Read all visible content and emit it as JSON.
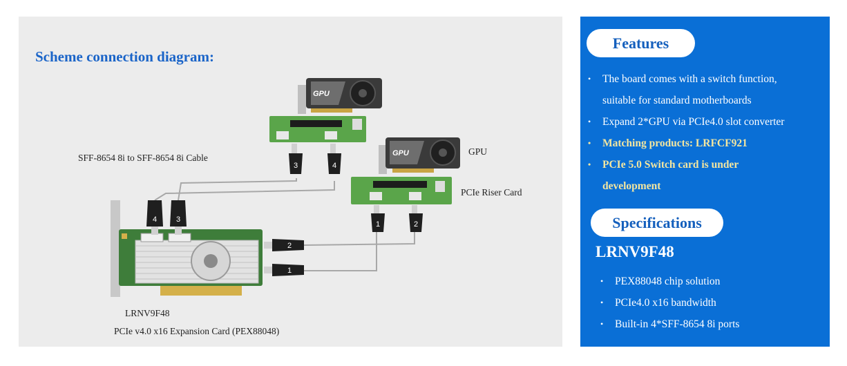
{
  "diagram": {
    "title": "Scheme connection diagram:",
    "labels": {
      "cable": "SFF-8654 8i to SFF-8654 8i Cable",
      "gpu": "GPU",
      "riser": "PCIe Riser Card",
      "model": "LRNV9F48",
      "expansion_card": "PCIe v4.0 x16 Expansion Card (PEX88048)"
    },
    "gpu_badge": "GPU",
    "connectors": [
      "1",
      "2",
      "3",
      "4"
    ]
  },
  "features": {
    "heading": "Features",
    "items": [
      "The board comes with a switch function,",
      "suitable for standard motherboards",
      "Expand 2*GPU via PCIe4.0 slot converter",
      "Matching products: LRFCF921",
      "PCIe 5.0 Switch card is under",
      "development"
    ]
  },
  "specifications": {
    "heading": "Specifications",
    "model": "LRNV9F48",
    "items": [
      "PEX88048 chip solution",
      "PCIe4.0 x16 bandwidth",
      "Built-in 4*SFF-8654 8i ports"
    ]
  },
  "colors": {
    "title_blue": "#1a64c8",
    "panel_blue": "#0a6fd6",
    "highlight_yellow": "#f3e6a0",
    "pcb_green": "#5aa54a"
  }
}
